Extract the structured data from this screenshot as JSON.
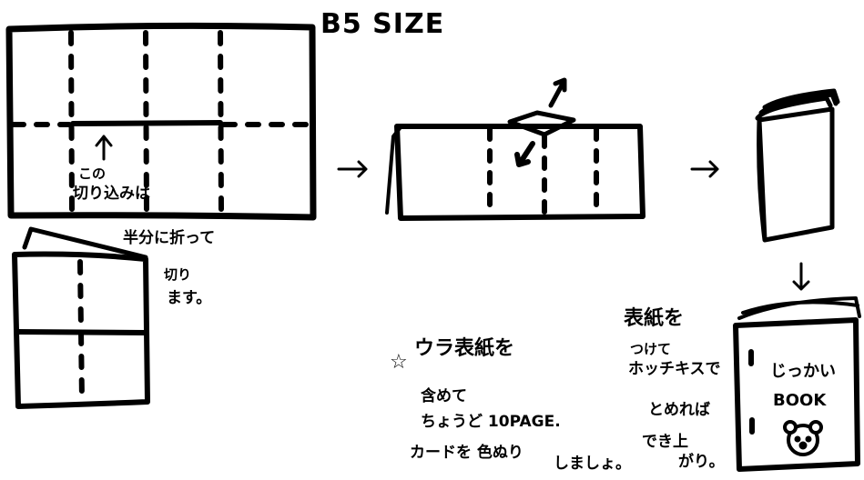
{
  "title": "B5 SIZE",
  "step1": {
    "label_line1": "この",
    "label_line2": "切り込みは",
    "label_line3": "半分に折って",
    "label_line4": "切り",
    "label_line5": "ます。"
  },
  "note_left": {
    "star": "☆",
    "line1": "ウラ表紙を",
    "line2": "含めて",
    "line3": "ちょうど 10PAGE.",
    "line4": "カードを 色ぬり",
    "line5": "しましょ。"
  },
  "note_right": {
    "line1": "表紙を",
    "line2": "つけて",
    "line3": "ホッチキスで",
    "line4": "とめれば",
    "line5": "でき上",
    "line6": "がり。"
  },
  "book_cover": {
    "line1": "じっかい",
    "line2": "BOOK"
  },
  "arrows": {
    "right": "→",
    "down": "↓"
  },
  "colors": {
    "ink": "#000000",
    "paper": "#ffffff"
  }
}
